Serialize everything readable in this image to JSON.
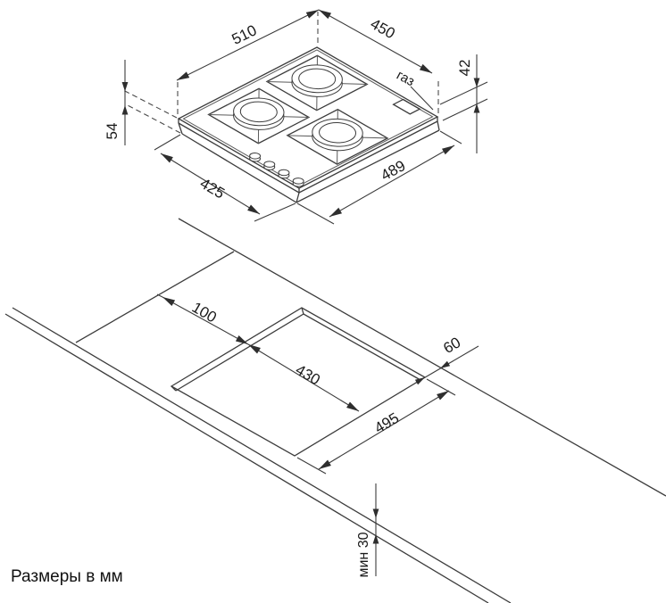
{
  "drawing": {
    "hob": {
      "dim_top_left": "510",
      "dim_top_right": "450",
      "dim_height_right": "42",
      "dim_height_left": "54",
      "dim_bottom_left": "425",
      "dim_bottom_right": "489",
      "gas_label": "газ"
    },
    "cutout": {
      "dim_back_offset": "100",
      "dim_width": "430",
      "dim_length": "495",
      "dim_side_offset": "60",
      "dim_thickness": "мин 30"
    },
    "note": "Размеры в мм",
    "colors": {
      "line": "#3c3c3c",
      "text": "#1a1a1a",
      "background": "#ffffff"
    }
  }
}
